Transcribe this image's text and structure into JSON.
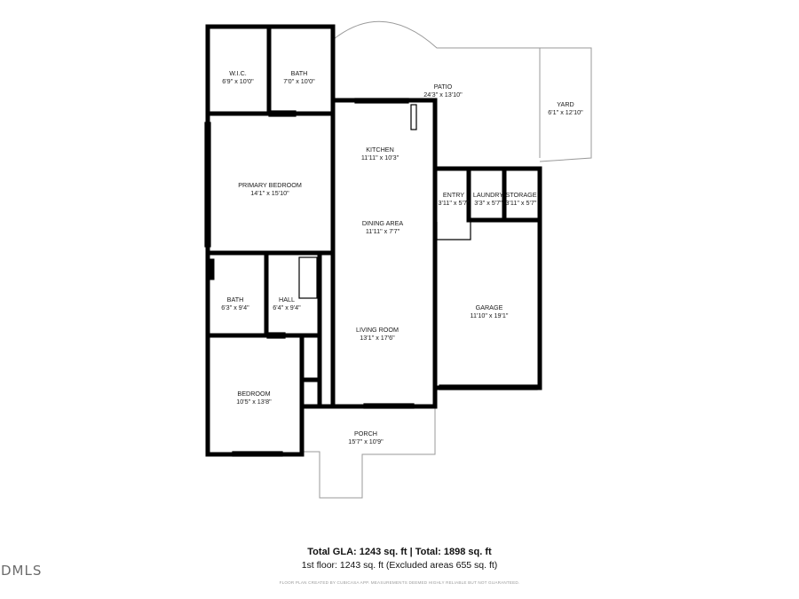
{
  "rooms": [
    {
      "name": "W.I.C.",
      "dims": "6'9\" x 10'0\""
    },
    {
      "name": "BATH",
      "dims": "7'0\" x 10'0\""
    },
    {
      "name": "PATIO",
      "dims": "24'3\" x 13'10\""
    },
    {
      "name": "YARD",
      "dims": "6'1\" x 12'10\""
    },
    {
      "name": "KITCHEN",
      "dims": "11'11\" x 10'3\""
    },
    {
      "name": "PRIMARY BEDROOM",
      "dims": "14'1\" x 15'10\""
    },
    {
      "name": "ENTRY",
      "dims": "3'11\" x 5'7\""
    },
    {
      "name": "LAUNDRY",
      "dims": "3'3\" x 5'7\""
    },
    {
      "name": "STORAGE",
      "dims": "3'11\" x 5'7\""
    },
    {
      "name": "DINING AREA",
      "dims": "11'11\" x 7'7\""
    },
    {
      "name": "BATH",
      "dims": "6'3\" x 9'4\""
    },
    {
      "name": "HALL",
      "dims": "6'4\" x 9'4\""
    },
    {
      "name": "GARAGE",
      "dims": "11'10\" x 19'1\""
    },
    {
      "name": "LIVING ROOM",
      "dims": "13'1\" x 17'6\""
    },
    {
      "name": "BEDROOM",
      "dims": "10'5\" x 13'8\""
    },
    {
      "name": "PORCH",
      "dims": "15'7\" x 10'9\""
    }
  ],
  "totals": {
    "line1": "Total GLA: 1243 sq. ft | Total: 1898 sq. ft",
    "line2": "1st floor: 1243 sq. ft (Excluded areas 655 sq. ft)"
  },
  "credit": "FLOOR PLAN CREATED BY CUBICASA APP. MEASUREMENTS DEEMED HIGHLY RELIABLE BUT NOT GUARANTEED.",
  "logo": "DMLS"
}
